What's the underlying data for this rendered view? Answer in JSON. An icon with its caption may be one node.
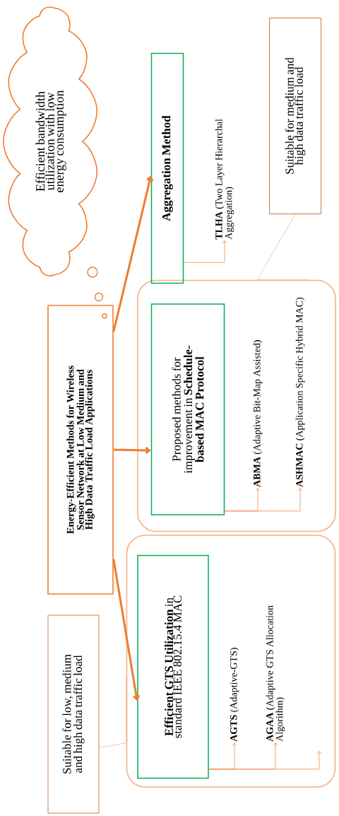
{
  "diagram": {
    "nodes": [
      {
        "text": [
          "Efficient bandwidth utilization with low energy consumption"
        ]
      },
      {
        "text": [
          "Energy-Efficient Methods for Wireless Sensor Network at Low Medium and High Data Traffic Load Applications"
        ]
      },
      {
        "text": [],
        "shape": "box"
      },
      {
        "text": [
          "**Efficient GTS Utilization** in standard IEEE 802.15.4 MAC"
        ],
        "in": 2
      },
      {
        "text": [
          "**AGTS** (Adaptive-GTS)"
        ],
        "in": 2
      },
      {
        "text": [
          "**AGAA** (Adaptive GTS Allocation Algorithm)"
        ],
        "in": 2
      },
      {
        "text": [
          "Suitable for low, medium and high data traffic load"
        ]
      },
      {
        "text": [],
        "shape": "box"
      },
      {
        "text": [
          "Proposed methods for improvement in **Schedule-based MAC Protocol**"
        ],
        "in": 7
      },
      {
        "text": [
          "**ABMA** (Adaptive Bit-Map Assisted)"
        ],
        "in": 7
      },
      {
        "text": [
          "**ASHMAC** (Application Specific Hybrid MAC)"
        ],
        "in": 7
      },
      {
        "text": [
          "Suitable for medium and high data traffic load"
        ]
      },
      {
        "text": [
          "Aggregation Method"
        ]
      },
      {
        "text": [
          "**TLHA** (Two Layer Hierarchal Aggregation)"
        ]
      }
    ],
    "edges": [
      {
        "from": 1,
        "to": 12,
        "arrow": "to",
        "style": "thick"
      },
      {
        "from": 1,
        "to": 8,
        "arrow": "to",
        "style": "thick"
      },
      {
        "from": 1,
        "to": 3,
        "arrow": "to",
        "style": "thick"
      },
      {
        "from": 3,
        "to": 4,
        "arrow": "to"
      },
      {
        "from": 3,
        "to": 5,
        "arrow": "to"
      },
      {
        "from": 3,
        "to": null,
        "arrow": "to"
      },
      {
        "from": 8,
        "to": 9,
        "arrow": "to"
      },
      {
        "from": 8,
        "to": 10,
        "arrow": "to"
      },
      {
        "from": 12,
        "to": 13,
        "arrow": "to"
      },
      {
        "from": 2,
        "to": 6,
        "arrow": "none",
        "color": "#f4b183"
      },
      {
        "from": 7,
        "to": 11,
        "arrow": "none",
        "color": "#f4b183"
      }
    ]
  }
}
